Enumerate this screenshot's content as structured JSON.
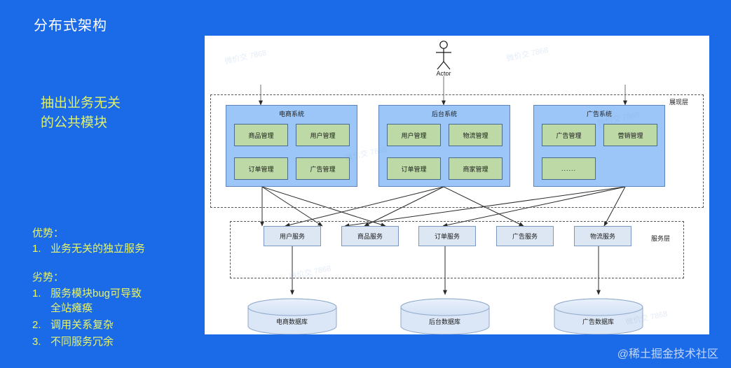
{
  "slide": {
    "title": "分布式架构",
    "subtitle": "抽出业务无关\n的公共模块",
    "background_color": "#1b6ae8",
    "watermark": "@稀土掘金技术社区"
  },
  "pros": {
    "heading": "优势：",
    "items": [
      {
        "num": "1.",
        "text": "业务无关的独立服务"
      }
    ]
  },
  "cons": {
    "heading": "劣势：",
    "items": [
      {
        "num": "1.",
        "text": "服务模块bug可导致\n全站瘫痪"
      },
      {
        "num": "2.",
        "text": "调用关系复杂"
      },
      {
        "num": "3.",
        "text": "不同服务冗余"
      }
    ]
  },
  "diagram": {
    "actor": {
      "label": "Actor"
    },
    "layers": [
      {
        "name": "presentation",
        "label": "展现层"
      },
      {
        "name": "service",
        "label": "服务层"
      }
    ],
    "systems": [
      {
        "title": "电商系统",
        "modules": [
          "商品管理",
          "用户管理",
          "订单管理",
          "广告管理"
        ]
      },
      {
        "title": "后台系统",
        "modules": [
          "用户管理",
          "物流管理",
          "订单管理",
          "商家管理"
        ]
      },
      {
        "title": "广告系统",
        "modules": [
          "广告管理",
          "营销管理",
          "......"
        ]
      }
    ],
    "services": [
      "用户服务",
      "商品服务",
      "订单服务",
      "广告服务",
      "物流服务"
    ],
    "databases": [
      "电商数据库",
      "后台数据库",
      "广告数据库"
    ],
    "colors": {
      "system_fill": "#9cc6f7",
      "system_stroke": "#5b85bb",
      "module_fill": "#bcd9a6",
      "module_stroke": "#4a6b8a",
      "service_fill": "#dde7f4",
      "service_stroke": "#7a98c0",
      "db_fill": "#dbe7f6",
      "db_stroke": "#8fa9cb",
      "arrow": "#2b2b2b",
      "panel_bg": "#ffffff"
    }
  },
  "diagram_watermarks": [
    "微价交 7868",
    "微价交 7868",
    "微价交 7868",
    "微价交 7868",
    "微价交 7868",
    "微价交 7868"
  ]
}
